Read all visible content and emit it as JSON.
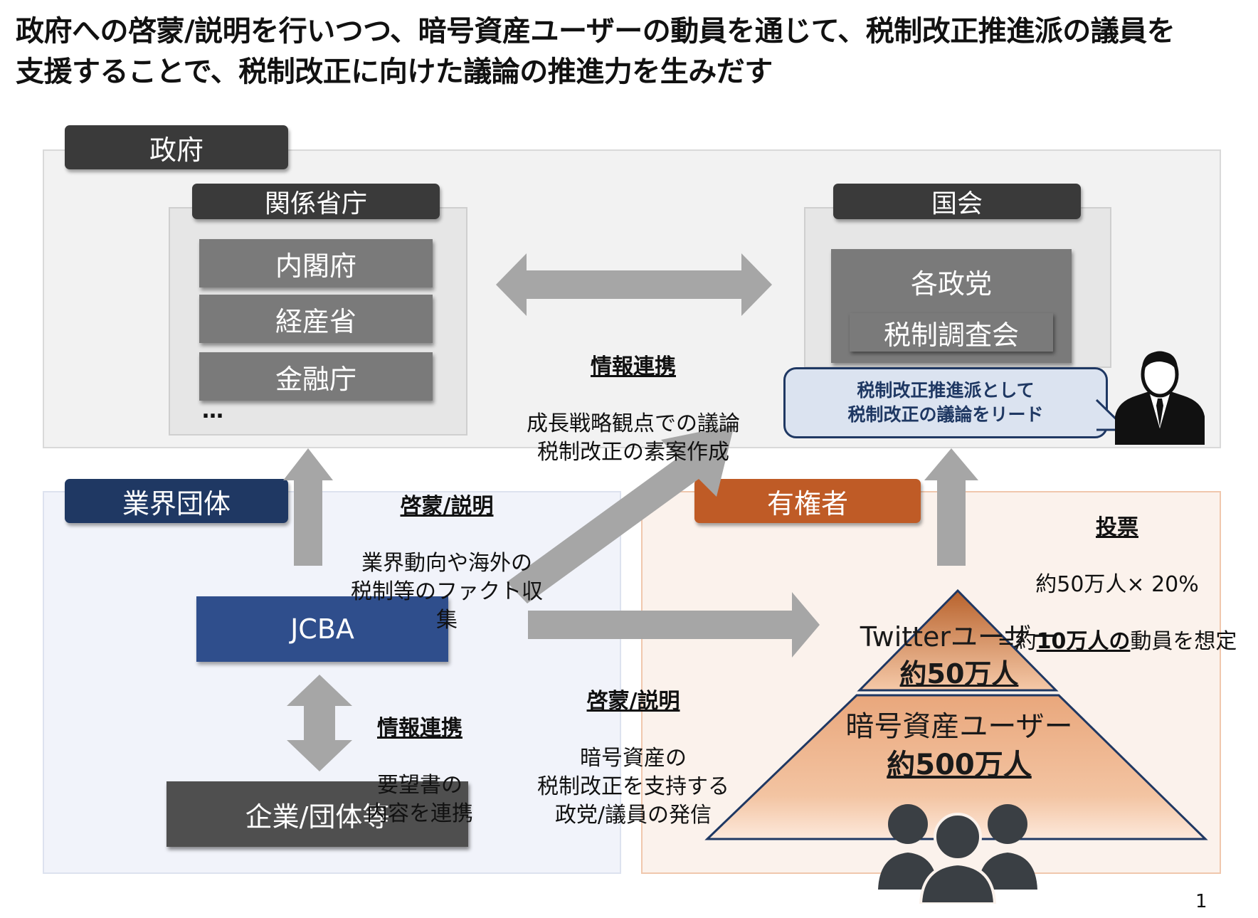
{
  "title": "政府への啓蒙/説明を行いつつ、暗号資産ユーザーの動員を通じて、税制改正推進派の議員を\n支援することで、税制改正に向けた議論の推進力を生みだす",
  "government": {
    "label": "政府",
    "ministries": {
      "label": "関係省庁",
      "items": [
        "内閣府",
        "経産省",
        "金融庁"
      ],
      "more": "…"
    },
    "diet": {
      "label": "国会",
      "box_line1": "各政党",
      "box_line2": "税制調査会",
      "callout": "税制改正推進派として\n税制改正の議論をリード"
    }
  },
  "industry": {
    "label": "業界団体",
    "jcba": "JCBA",
    "companies": "企業/団体等"
  },
  "voters": {
    "label": "有権者",
    "twitter_line1": "Twitterユーザー",
    "twitter_line2": "約50万人",
    "crypto_line1": "暗号資産ユーザー",
    "crypto_line2": "約500万人"
  },
  "notes": {
    "info_center_head": "情報連携",
    "info_center_body": "成長戦略観点での議論\n税制改正の素案作成",
    "edu_top_head": "啓蒙/説明",
    "edu_top_body": "業界動向や海外の\n税制等のファクト収\n集",
    "edu_bottom_head": "啓蒙/説明",
    "edu_bottom_body": "暗号資産の\n税制改正を支持する\n政党/議員の発信",
    "info_bottom_head": "情報連携",
    "info_bottom_body": "要望書の\n内容を連携",
    "vote_head": "投票",
    "vote_line1": "約50万人× 20%",
    "vote_line2_pre": "=約",
    "vote_line2_bold": "10万人の",
    "vote_line2_post": "動員を想定"
  },
  "page_number": "1",
  "colors": {
    "navy": "#1f3863",
    "orange": "#bf5b26",
    "arrow_grey": "#a6a6a6",
    "box_grey": "#7a7a7a"
  }
}
